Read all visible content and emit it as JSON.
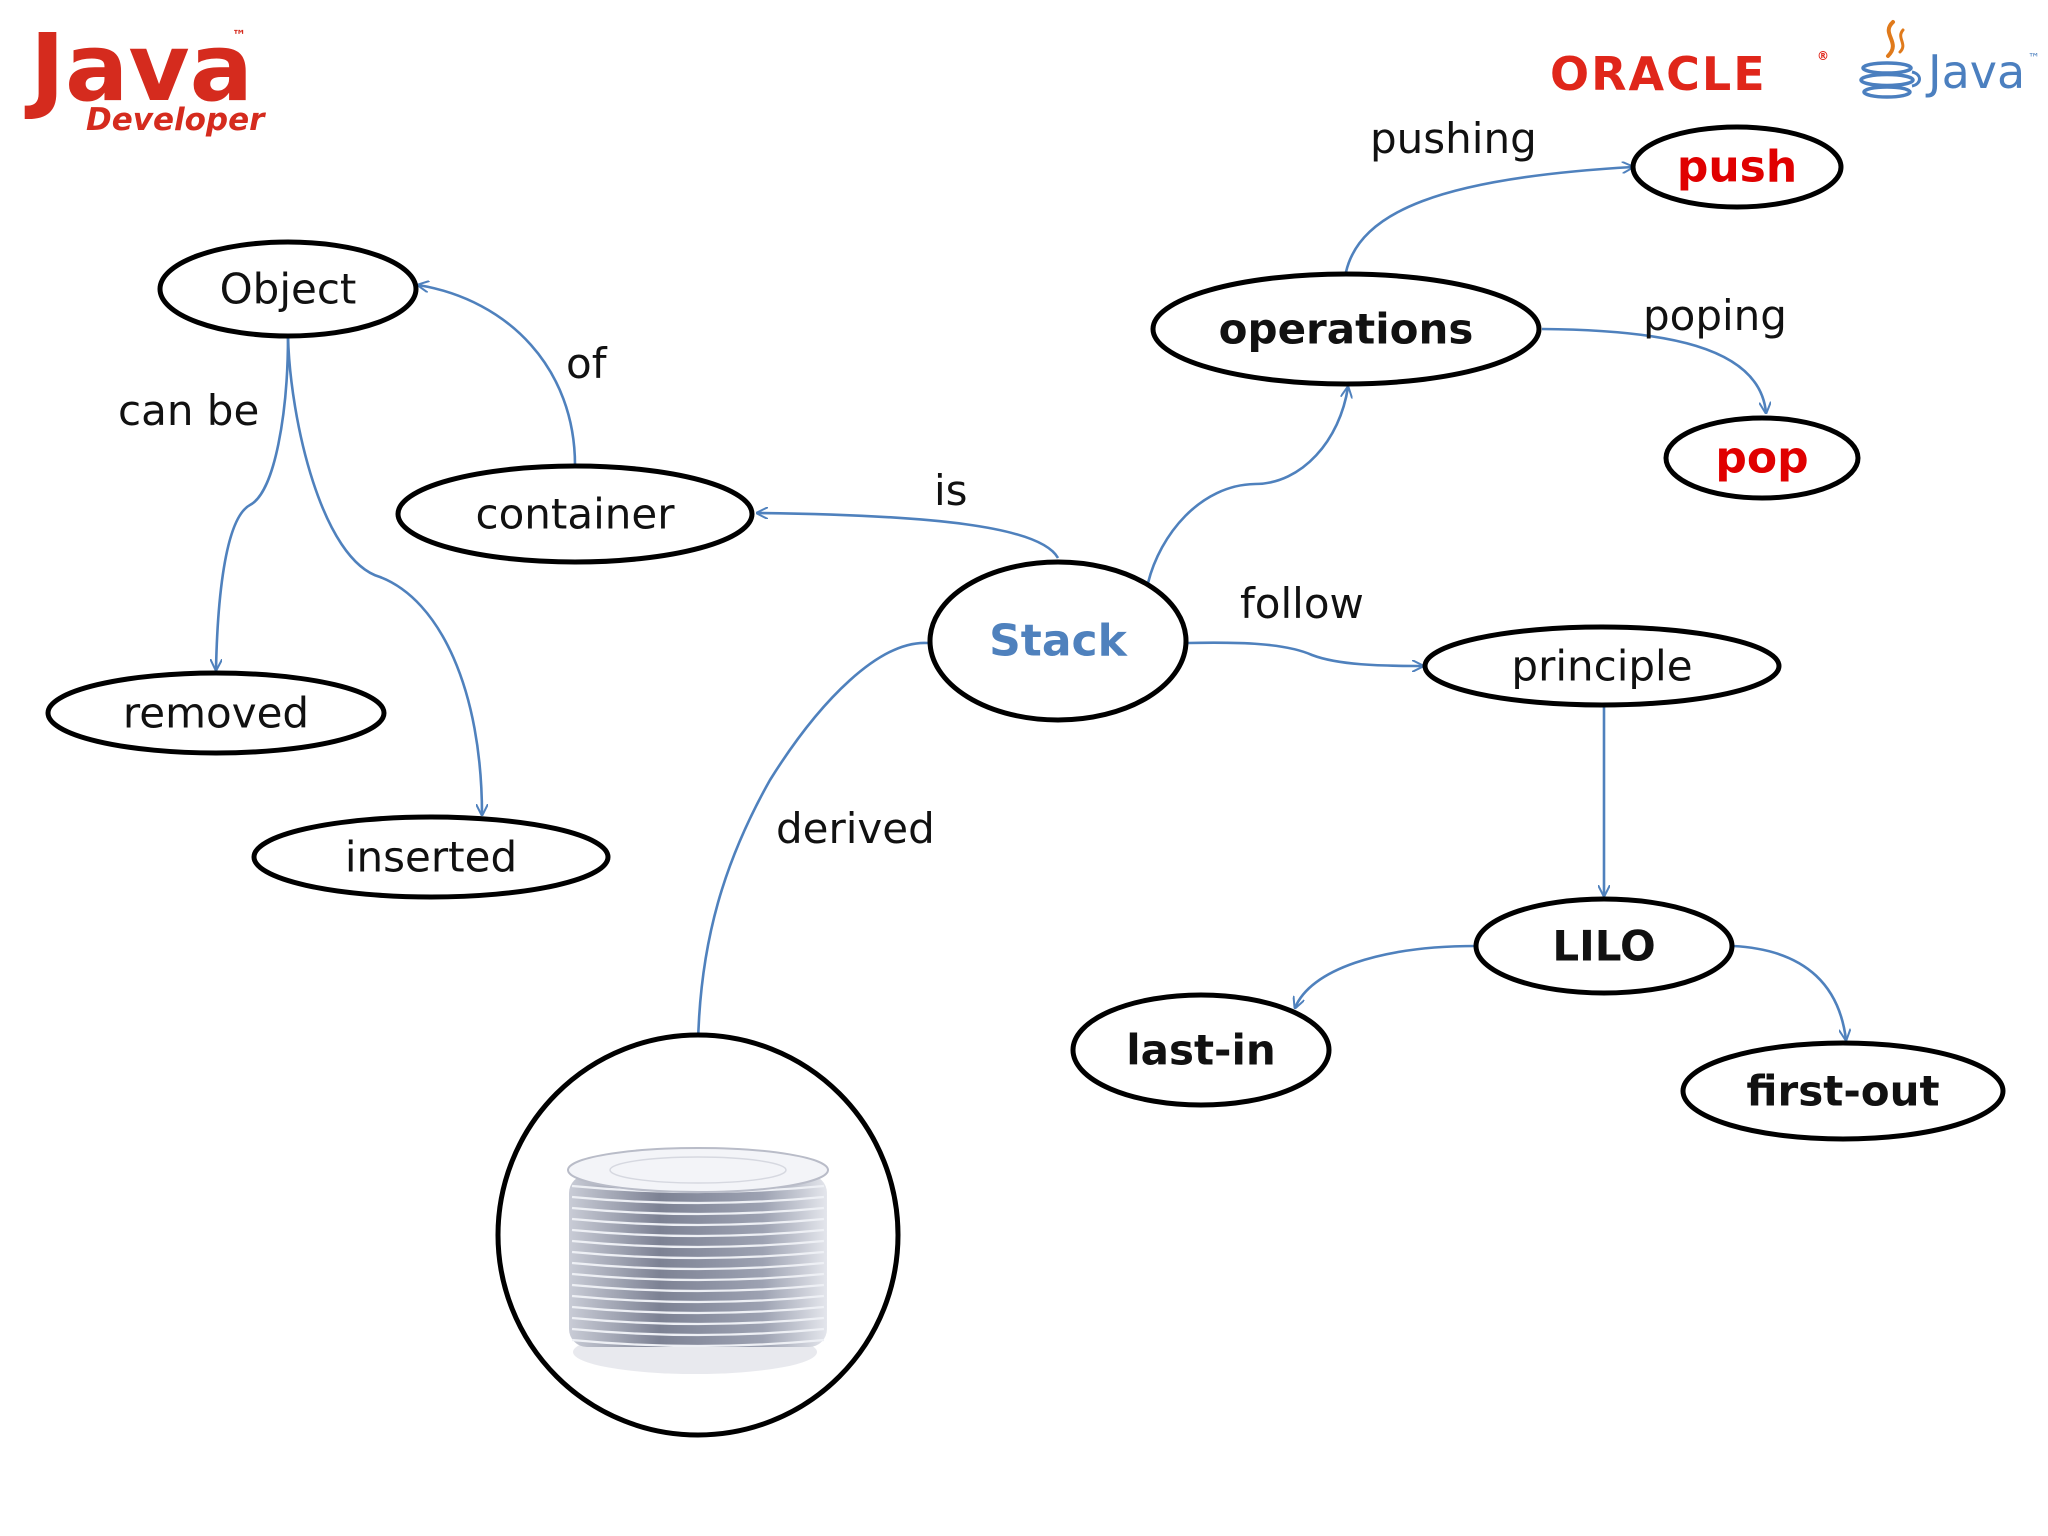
{
  "logos": {
    "java_word": "Java",
    "java_tm": "™",
    "java_sub": "Developer",
    "oracle": "ORACLE",
    "oracle_reg": "®",
    "java_right": "Java",
    "java_right_tm": "™"
  },
  "nodes": {
    "object": "Object",
    "container": "container",
    "removed": "removed",
    "inserted": "inserted",
    "stack": "Stack",
    "operations": "operations",
    "push": "push",
    "pop": "pop",
    "principle": "principle",
    "lilo": "LILO",
    "last_in": "last-in",
    "first_out": "first-out"
  },
  "edge_labels": {
    "can_be": "can be",
    "of": "of",
    "is": "is",
    "pushing": "pushing",
    "poping": "poping",
    "follow": "follow",
    "derived": "derived"
  },
  "image_node": {
    "icon": "plate-stack-image"
  },
  "colors": {
    "edge": "#4f81bd",
    "stack_text": "#4f81bd",
    "highlight": "#e00000",
    "brand_red": "#d52b1e"
  }
}
